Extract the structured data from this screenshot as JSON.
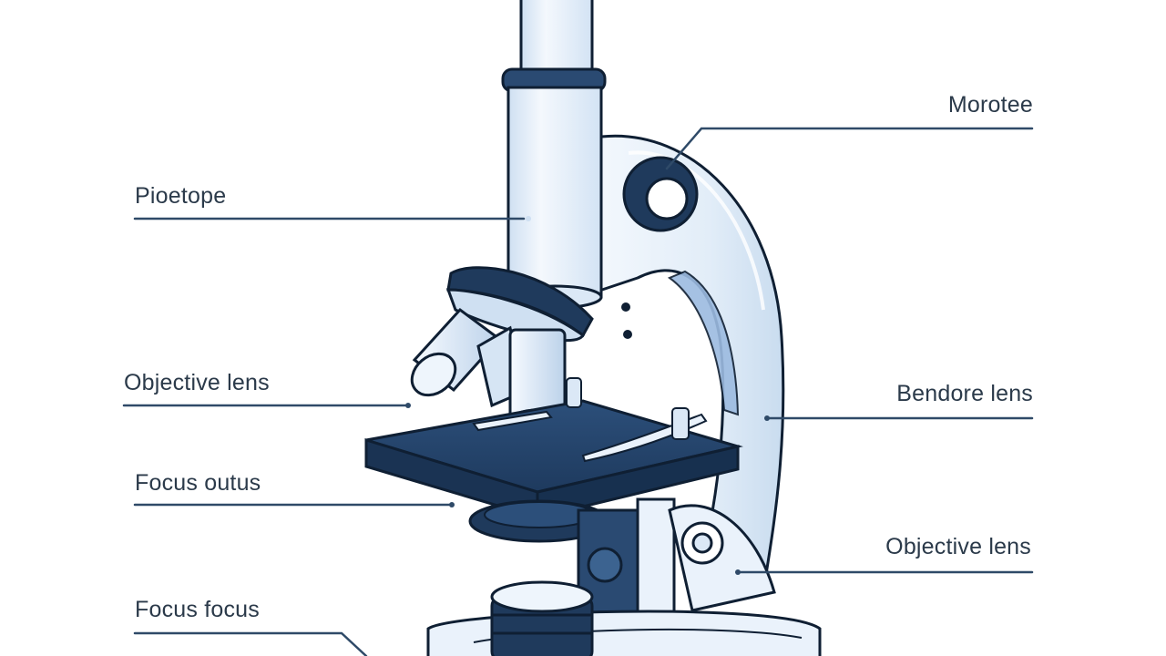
{
  "diagram": {
    "subject": "microscope",
    "colors": {
      "outline": "#0f1f33",
      "body_light": "#e9f2fb",
      "body_shade": "#c4d8ee",
      "body_mid": "#8fb0d6",
      "stage_dark": "#25446b",
      "accent_dark": "#1f3a5c",
      "leader_line": "#2f4a68",
      "label_text": "#2b3a4a",
      "background": "#ffffff"
    },
    "labels": {
      "left": [
        {
          "id": "piecetope",
          "text": "Pioetope"
        },
        {
          "id": "objective-lens-left",
          "text": "Objective lens"
        },
        {
          "id": "focus-outus",
          "text": "Focus outus"
        },
        {
          "id": "focus-focus",
          "text": "Focus focus"
        }
      ],
      "right": [
        {
          "id": "morotee",
          "text": "Morotee"
        },
        {
          "id": "bendore-lens",
          "text": "Bendore lens"
        },
        {
          "id": "objective-lens-right",
          "text": "Objective lens"
        }
      ]
    }
  }
}
